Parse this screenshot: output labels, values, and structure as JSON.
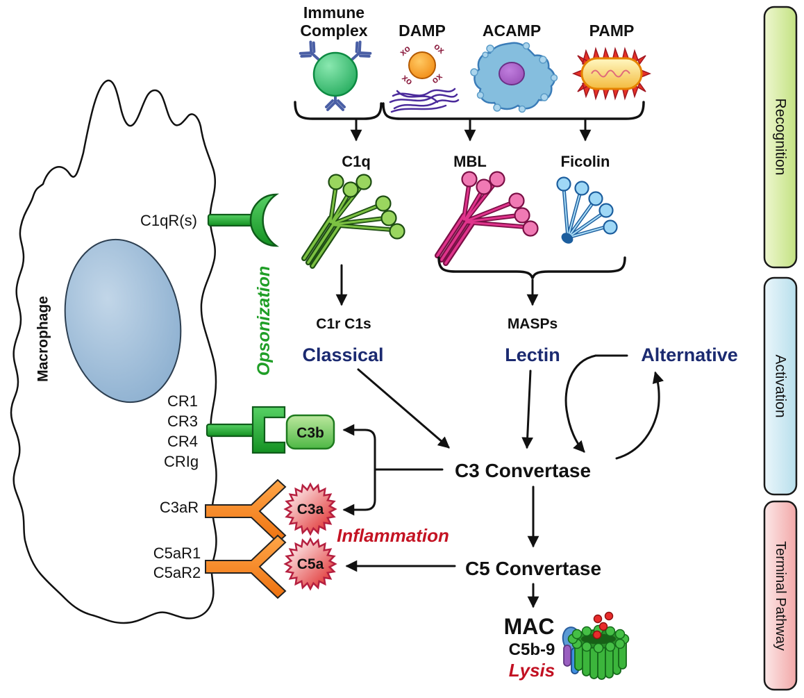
{
  "top_row": {
    "immune_complex_line1": "Immune",
    "immune_complex_line2": "Complex",
    "damp": "DAMP",
    "acamp": "ACAMP",
    "pamp": "PAMP",
    "damp_marks": [
      "xo",
      "ox",
      "xo",
      "ox"
    ]
  },
  "recognition_molecules": {
    "c1q": "C1q",
    "mbl": "MBL",
    "ficolin": "Ficolin"
  },
  "proteases": {
    "c1r_c1s": "C1r C1s",
    "masps": "MASPs"
  },
  "pathways": {
    "classical": "Classical",
    "lectin": "Lectin",
    "alternative": "Alternative"
  },
  "convertases": {
    "c3": "C3 Convertase",
    "c5": "C5 Convertase"
  },
  "terminal": {
    "mac": "MAC",
    "c5b9": "C5b-9",
    "lysis": "Lysis"
  },
  "macrophage": {
    "label": "Macrophage",
    "c1qr": "C1qR(s)",
    "cr_receptors": [
      "CR1",
      "CR3",
      "CR4",
      "CRIg"
    ],
    "c3ar": "C3aR",
    "c5ar1": "C5aR1",
    "c5ar2": "C5aR2"
  },
  "effectors": {
    "c3b": "C3b",
    "c3a": "C3a",
    "c5a": "C5a"
  },
  "processes": {
    "opsonization": "Opsonization",
    "inflammation": "Inflammation"
  },
  "sidebar": {
    "recognition": "Recognition",
    "activation": "Activation",
    "terminal_pathway": "Terminal Pathway"
  },
  "colors": {
    "pathway_label_navy": "#1b2a70",
    "emphasis_red": "#c41323",
    "opsonization_green": "#1f9e26",
    "recognition_bar_green": "#d9eda4",
    "activation_bar_blue": "#cde9f2",
    "terminal_bar_pink": "#f7c0c0",
    "receptor_green": "#2eb23c",
    "receptor_orange": "#f58220",
    "c3b_green": "#5abb4a",
    "anaphylatoxin_red": "#e8413c"
  }
}
